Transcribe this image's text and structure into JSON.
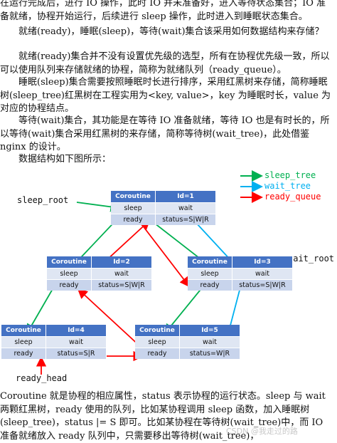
{
  "text": {
    "top_para": "在运行完成后，进行 IO 操作，此时 IO 并未准备好，进入等待状态集合；IO 准备就绪，协程开始运行，后续进行 sleep 操作，此时进入到睡眠状态集合。",
    "q_para": "就绪(ready)，睡眠(sleep)，等待(wait)集合该采用如何数据结构来存储？",
    "ready_para": "就绪(ready)集合并不没有设置优先级的选型，所有在协程优先级一致，所以可以使用队列来存储就绪的协程，简称为就绪队列（ready_queue）。",
    "sleep_para": "睡眠(sleep)集合需要按照睡眠时长进行排序，采用红黑树来存储，简称睡眠树(sleep_tree)红黑树在工程实用为<key, value>，key 为睡眠时长，value 为对应的协程结点。",
    "wait_para": "等待(wait)集合，其功能是在等待 IO 准备就绪，等待 IO 也是有时长的，所以等待(wait)集合采用红黑树的来存储，简称等待树(wait_tree)，此处借鉴 nginx 的设计。",
    "intro_line": "数据结构如下图所示：",
    "bottom_para": "Coroutine 就是协程的相应属性，status 表示协程的运行状态。sleep 与 wait 两颗红黑树，ready 使用的队列，比如某协程调用 sleep 函数，加入睡眠树(sleep_tree)，status |= S 即可。比如某协程在等待树(wait_tree)中，而 IO 准备就绪放入 ready 队列中，只需要移出等待树(wait_tree)，"
  },
  "legend": [
    {
      "label": "sleep_tree",
      "color": "#00b050"
    },
    {
      "label": "wait_tree",
      "color": "#00b0f0"
    },
    {
      "label": "ready_queue",
      "color": "#ff0000"
    }
  ],
  "labels": {
    "sleep_root": "sleep_root",
    "wait_root": "wait_root",
    "ready_head": "ready_head"
  },
  "nodes": [
    {
      "name": "Coroutine",
      "id": "Id=1",
      "sleep": "sleep",
      "wait": "wait",
      "ready": "ready",
      "status": "status=S|W|R"
    },
    {
      "name": "Coroutine",
      "id": "Id=2",
      "sleep": "sleep",
      "wait": "wait",
      "ready": "ready",
      "status": "status=S|W|R"
    },
    {
      "name": "Coroutine",
      "id": "Id=3",
      "sleep": "sleep",
      "wait": "wait",
      "ready": "ready",
      "status": "status=S|W|R"
    },
    {
      "name": "Coroutine",
      "id": "Id=4",
      "sleep": "sleep",
      "wait": "wait",
      "ready": "ready",
      "status": "status=S|R"
    },
    {
      "name": "Coroutine",
      "id": "Id=5",
      "sleep": "sleep",
      "wait": "wait",
      "ready": "ready",
      "status": "status=W|R"
    }
  ],
  "watermark": "CSDN @我走过的路",
  "colors": {
    "green": "#00b050",
    "blue": "#00b0f0",
    "red": "#ff0000",
    "header": "#4472c4"
  }
}
